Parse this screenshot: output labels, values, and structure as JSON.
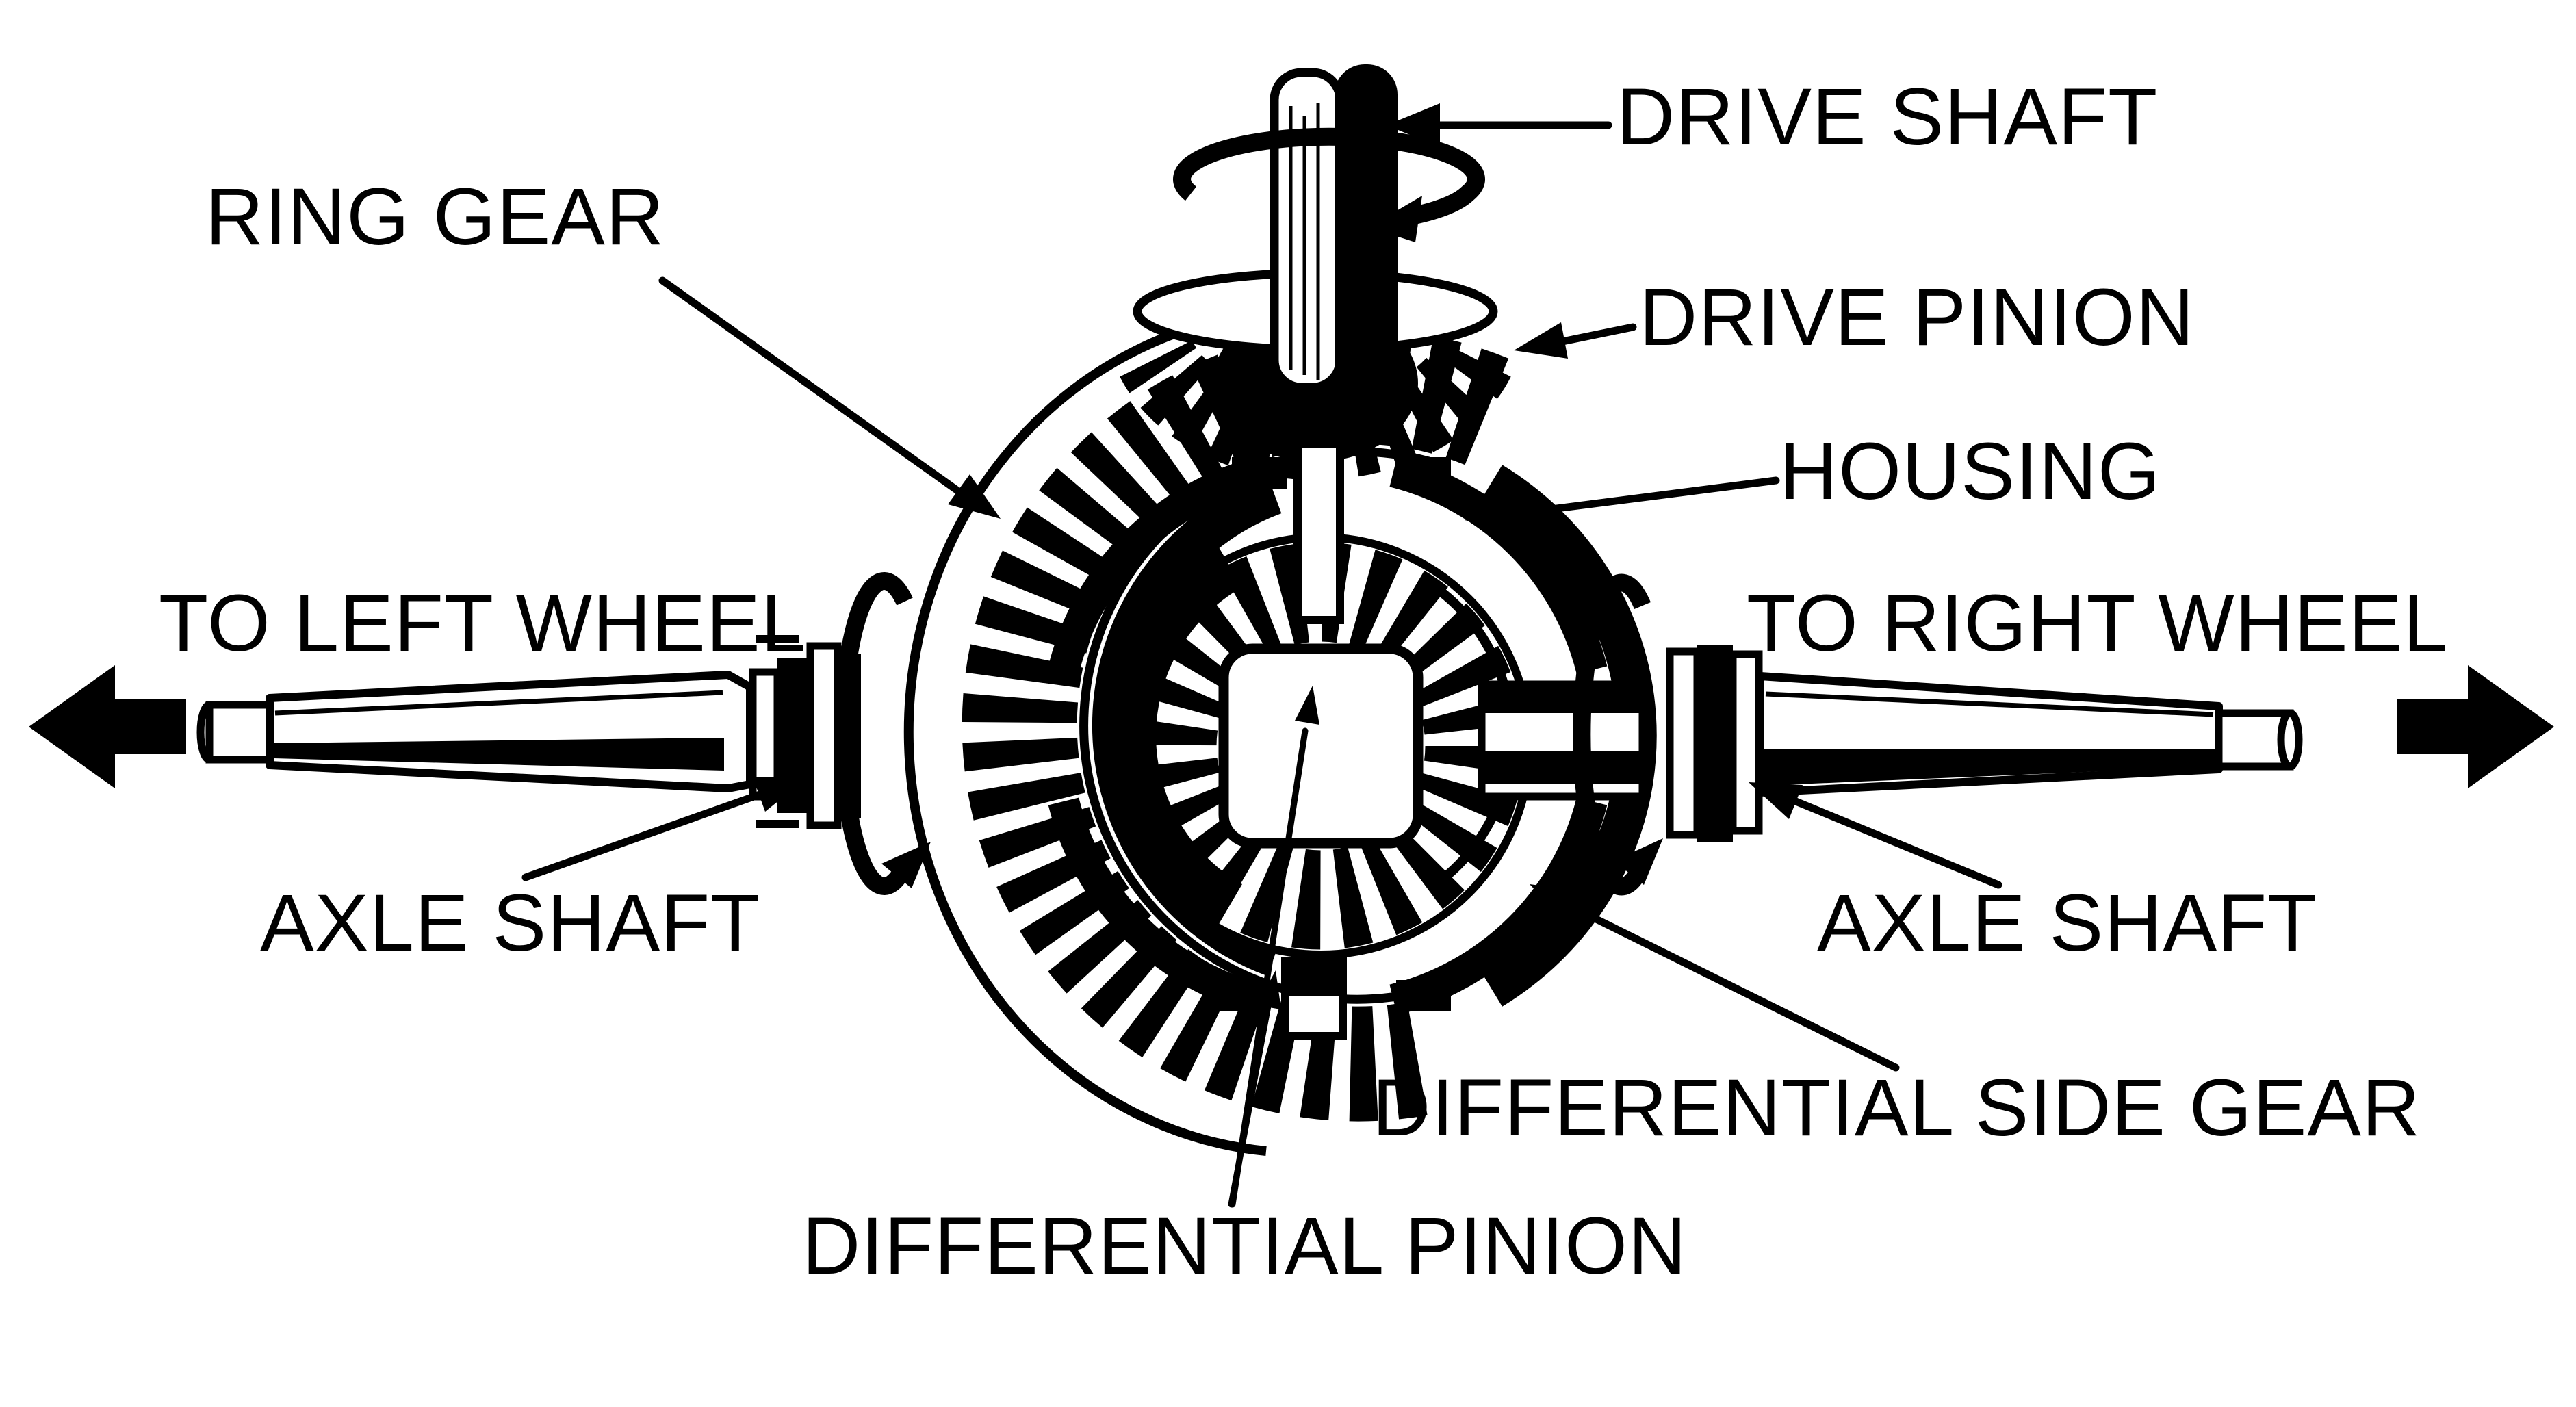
{
  "diagram": {
    "colors": {
      "ink": "#000000",
      "paper": "#ffffff"
    },
    "labels": {
      "drive_shaft": "DRIVE SHAFT",
      "ring_gear": "RING GEAR",
      "drive_pinion": "DRIVE PINION",
      "housing": "HOUSING",
      "to_left_wheel": "TO LEFT WHEEL",
      "to_right_wheel": "TO RIGHT WHEEL",
      "axle_shaft_left": "AXLE SHAFT",
      "axle_shaft_right": "AXLE SHAFT",
      "differential_side_gear": "DIFFERENTIAL SIDE GEAR",
      "differential_pinion": "DIFFERENTIAL PINION"
    }
  }
}
